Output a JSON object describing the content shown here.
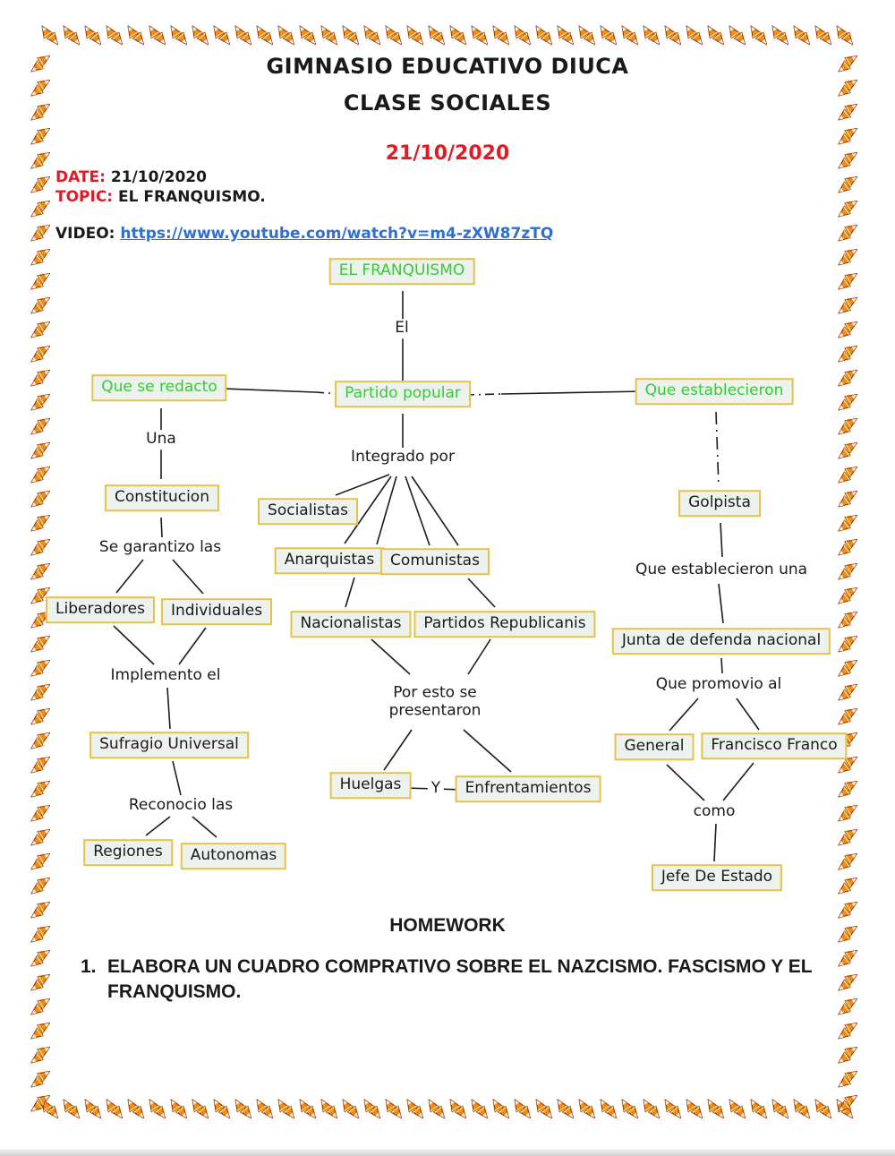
{
  "header": {
    "school": "GIMNASIO EDUCATIVO DIUCA",
    "class_name": "CLASE SOCIALES",
    "date_heading": "21/10/2020",
    "date_label": "DATE:",
    "date_value": "21/10/2020",
    "topic_label": "TOPIC:",
    "topic_value": "EL FRANQUISMO.",
    "video_label": "VIDEO:",
    "video_url": "https://www.youtube.com/watch?v=m4-zXW87zTQ"
  },
  "map": {
    "boxes": {
      "franquismo": "EL FRANQUISMO",
      "partido_popular": "Partido popular",
      "que_se_redacto": "Que se redacto",
      "que_establecieron": "Que establecieron",
      "constitucion": "Constitucion",
      "liberadores": "Liberadores",
      "individuales": "Individuales",
      "sufragio": "Sufragio Universal",
      "regiones": "Regiones",
      "autonomas": "Autonomas",
      "socialistas": "Socialistas",
      "anarquistas": "Anarquistas",
      "comunistas": "Comunistas",
      "nacionalistas": "Nacionalistas",
      "partidos_republicanis": "Partidos Republicanis",
      "huelgas": "Huelgas",
      "enfrentamientos": "Enfrentamientos",
      "golpista": "Golpista",
      "junta": "Junta de defenda nacional",
      "general": "General",
      "francisco_franco": "Francisco Franco",
      "jefe_de_estado": "Jefe De Estado"
    },
    "labels": {
      "el": "El",
      "una": "Una",
      "se_garantizo": "Se garantizo las",
      "implemento": "Implemento el",
      "reconocio": "Reconocio las",
      "integrado": "Integrado por",
      "por_esto": "Por esto se presentaron",
      "y": "Y",
      "que_establecieron_una": "Que establecieron una",
      "que_promovio": "Que promovio al",
      "como": "como"
    },
    "colors": {
      "box_border": "#e3c34b",
      "box_fill": "#eef2ee",
      "node_green": "#33cc33",
      "heading_red": "#e01b24",
      "link_blue": "#2e6fd2",
      "candy_orange": "#ef8b1f"
    }
  },
  "homework": {
    "title": "HOMEWORK",
    "number": "1.",
    "text": "ELABORA UN CUADRO COMPRATIVO SOBRE EL NAZCISMO. FASCISMO Y EL FRANQUISMO."
  }
}
